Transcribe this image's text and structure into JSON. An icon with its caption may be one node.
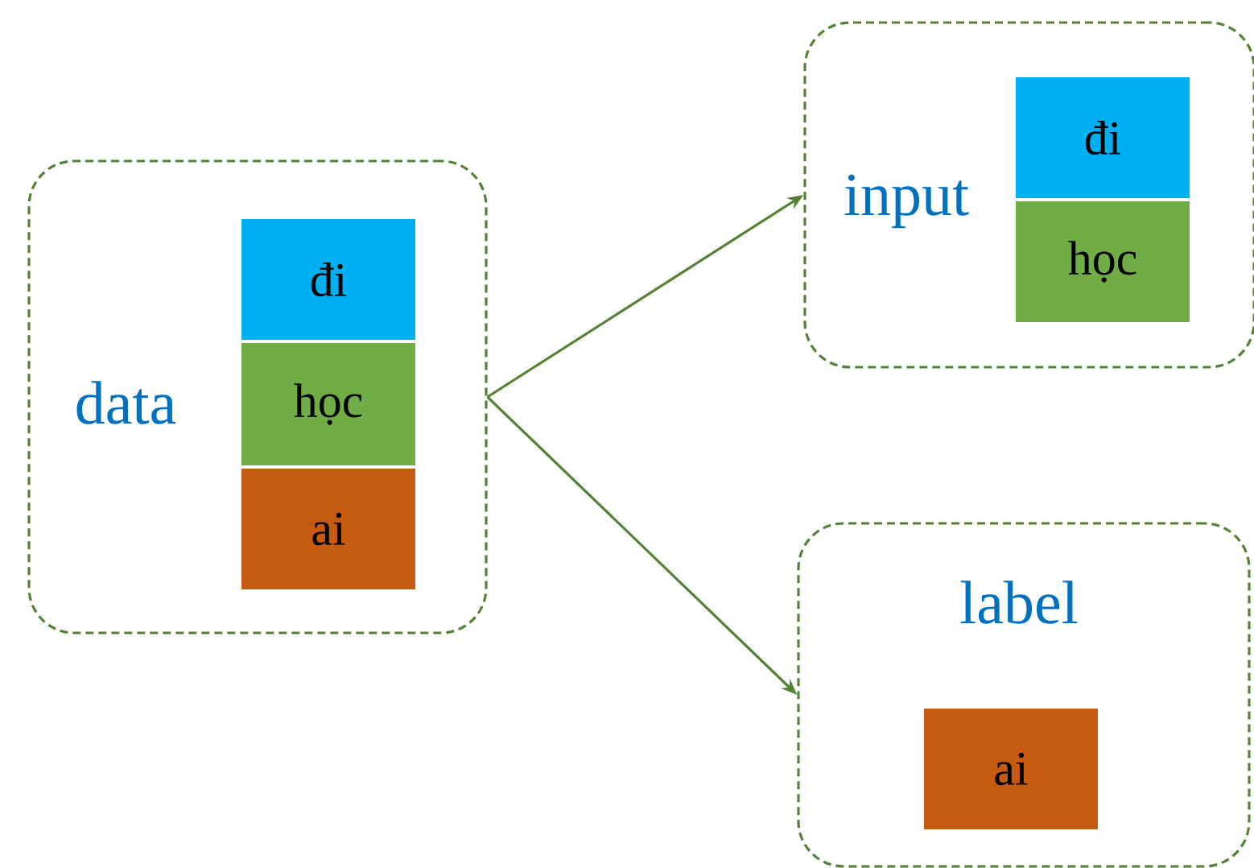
{
  "diagram": {
    "nodes": [
      {
        "text": [
          "data"
        ]
      },
      {
        "text": [
          "đi"
        ],
        "in": 0
      },
      {
        "text": [
          "học"
        ],
        "in": 0
      },
      {
        "text": [
          "ai"
        ],
        "in": 0
      },
      {
        "text": [
          "input"
        ]
      },
      {
        "text": [
          "đi"
        ],
        "in": 4
      },
      {
        "text": [
          "học"
        ],
        "in": 4
      },
      {
        "text": [
          "label"
        ]
      },
      {
        "text": [
          "ai"
        ],
        "in": 7
      }
    ],
    "edges": [
      {
        "from": 0,
        "to": 4,
        "arrow": "to"
      },
      {
        "from": 0,
        "to": 7,
        "arrow": "to"
      }
    ]
  }
}
